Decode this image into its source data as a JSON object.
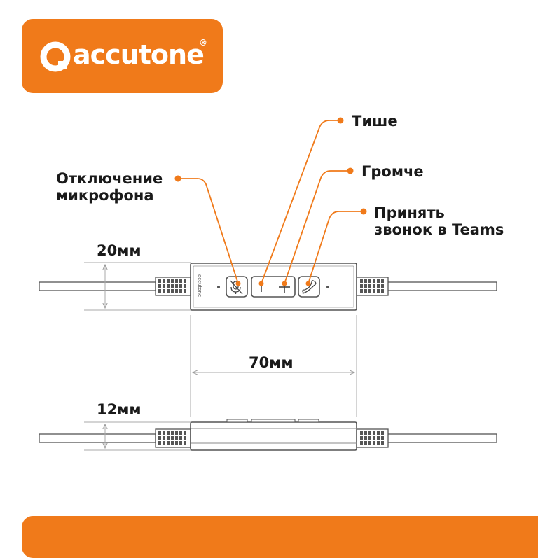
{
  "brand": {
    "name": "accutone",
    "registered": "®",
    "color": "#f07a1a"
  },
  "callouts": {
    "mute_line1": "Отключение",
    "mute_line2": "микрофона",
    "quieter": "Тише",
    "louder": "Громче",
    "answer_line1": "Принять",
    "answer_line2": "звонок в Teams"
  },
  "dimensions": {
    "height_front": "20мм",
    "width": "70мм",
    "height_side": "12мм"
  },
  "device": {
    "buttons": [
      "mic-mute",
      "volume-down",
      "volume-up",
      "call-answer"
    ],
    "engraved_brand": "accutone"
  }
}
